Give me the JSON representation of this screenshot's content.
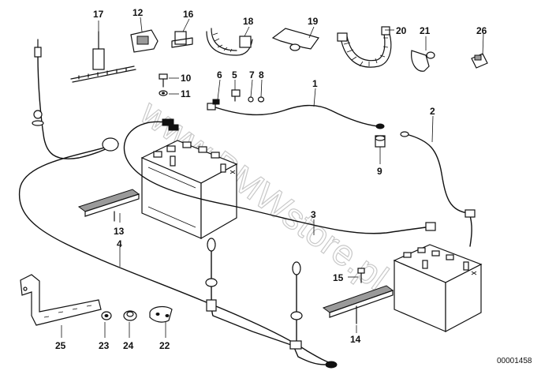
{
  "parts": [
    {
      "id": "1",
      "label": "1"
    },
    {
      "id": "2",
      "label": "2"
    },
    {
      "id": "3",
      "label": "3"
    },
    {
      "id": "4",
      "label": "4"
    },
    {
      "id": "5",
      "label": "5"
    },
    {
      "id": "6",
      "label": "6"
    },
    {
      "id": "7",
      "label": "7"
    },
    {
      "id": "8",
      "label": "8"
    },
    {
      "id": "9",
      "label": "9"
    },
    {
      "id": "10",
      "label": "10"
    },
    {
      "id": "11",
      "label": "11"
    },
    {
      "id": "12",
      "label": "12"
    },
    {
      "id": "13",
      "label": "13"
    },
    {
      "id": "14",
      "label": "14"
    },
    {
      "id": "15",
      "label": "15"
    },
    {
      "id": "16",
      "label": "16"
    },
    {
      "id": "17",
      "label": "17"
    },
    {
      "id": "18",
      "label": "18"
    },
    {
      "id": "19",
      "label": "19"
    },
    {
      "id": "20",
      "label": "20"
    },
    {
      "id": "21",
      "label": "21"
    },
    {
      "id": "22",
      "label": "22"
    },
    {
      "id": "23",
      "label": "23"
    },
    {
      "id": "24",
      "label": "24"
    },
    {
      "id": "25",
      "label": "25"
    },
    {
      "id": "26",
      "label": "26"
    }
  ],
  "watermark": "www.BMWstore.pl",
  "drawing_id": "00001458"
}
